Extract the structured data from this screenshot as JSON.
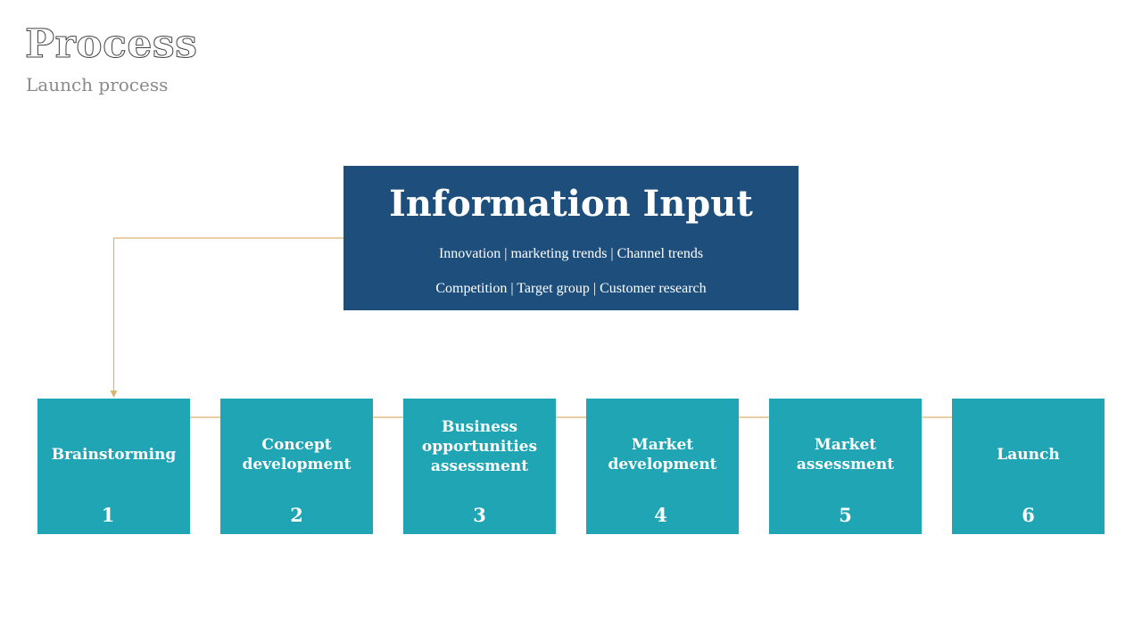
{
  "slide": {
    "title": "Process",
    "subtitle": "Launch process"
  },
  "info_input": {
    "title": "Information Input",
    "line1": "Innovation  |  marketing trends  |  Channel  trends",
    "line2": "Competition   |  Target group  |  Customer research"
  },
  "steps": [
    {
      "label": "Brainstorming",
      "number": "1"
    },
    {
      "label": "Concept development",
      "number": "2"
    },
    {
      "label": "Business opportunities assessment",
      "number": "3"
    },
    {
      "label": "Market development",
      "number": "4"
    },
    {
      "label": "Market assessment",
      "number": "5"
    },
    {
      "label": "Launch",
      "number": "6"
    }
  ],
  "colors": {
    "info_box": "#1e4f7c",
    "step_box": "#1fa5b3",
    "connector": "#d9b56e",
    "subtitle": "#8a8a8a"
  }
}
